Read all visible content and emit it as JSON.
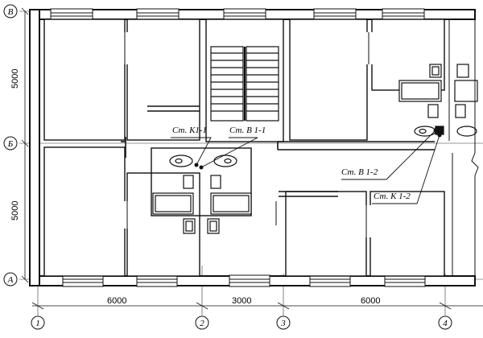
{
  "axes": {
    "rows": [
      "В",
      "Б",
      "А"
    ],
    "columns": [
      "1",
      "2",
      "3",
      "4"
    ]
  },
  "dimensions": {
    "horizontal": [
      "6000",
      "3000",
      "6000"
    ],
    "vertical": [
      "5000",
      "5000"
    ]
  },
  "risers": {
    "k1_1": "Ст. К1-1",
    "b1_1": "Ст. В 1-1",
    "b1_2": "Ст. В 1-2",
    "k1_2": "Ст. К 1-2"
  }
}
